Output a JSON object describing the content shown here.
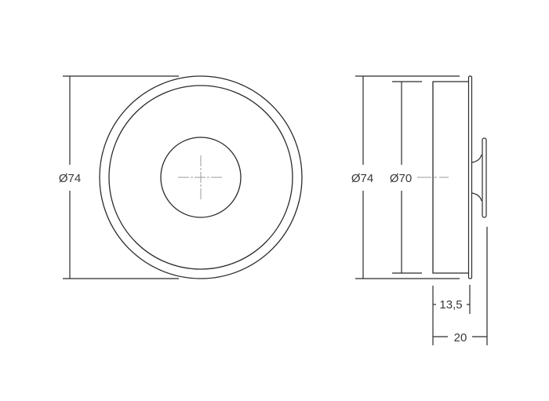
{
  "drawing": {
    "type": "technical-drawing",
    "views": [
      {
        "name": "front-view",
        "outer_diameter_label": "Ø74"
      },
      {
        "name": "side-view",
        "outer_diameter_label": "Ø74",
        "inner_diameter_label": "Ø70",
        "depth_label": "13,5",
        "total_depth_label": "20"
      }
    ]
  },
  "colors": {
    "line": "#2a2a2a",
    "centerline": "#9a9a9a",
    "text": "#3a3a3a",
    "background": "#ffffff"
  }
}
